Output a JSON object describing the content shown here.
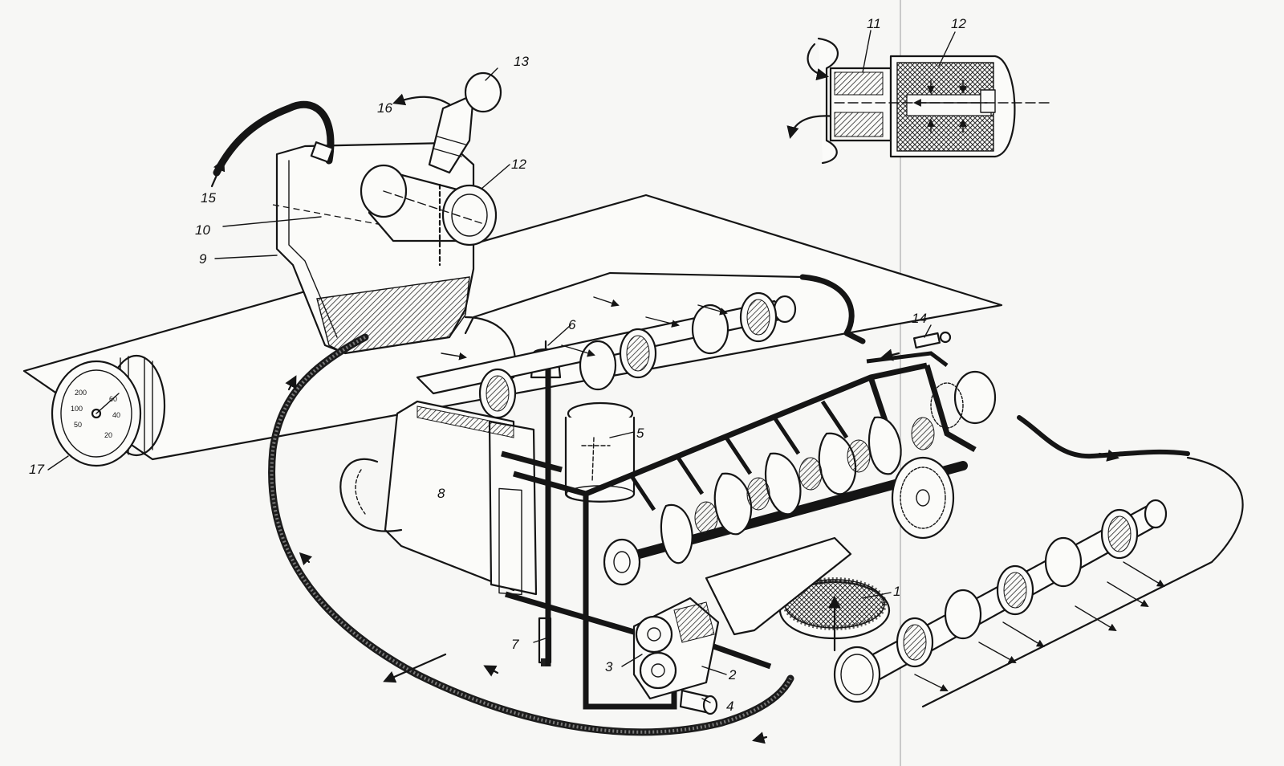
{
  "diagram": {
    "callouts": [
      {
        "id": "1",
        "text": "1"
      },
      {
        "id": "2",
        "text": "2"
      },
      {
        "id": "3",
        "text": "3"
      },
      {
        "id": "4",
        "text": "4"
      },
      {
        "id": "5",
        "text": "5"
      },
      {
        "id": "6",
        "text": "6"
      },
      {
        "id": "7",
        "text": "7"
      },
      {
        "id": "8",
        "text": "8"
      },
      {
        "id": "9",
        "text": "9"
      },
      {
        "id": "10",
        "text": "10"
      },
      {
        "id": "11",
        "text": "11"
      },
      {
        "id": "12a",
        "text": "12"
      },
      {
        "id": "12b",
        "text": "12"
      },
      {
        "id": "13",
        "text": "13"
      },
      {
        "id": "14",
        "text": "14"
      },
      {
        "id": "15",
        "text": "15"
      },
      {
        "id": "16",
        "text": "16"
      },
      {
        "id": "17",
        "text": "17"
      }
    ]
  },
  "colors": {
    "ink": "#151515",
    "paper": "#f7f7f5"
  }
}
